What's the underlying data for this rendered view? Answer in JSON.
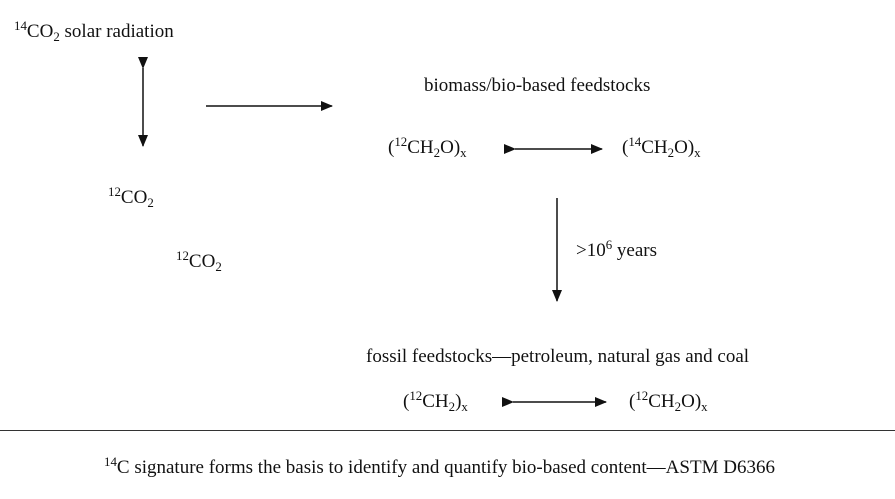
{
  "top_left": {
    "co2_mass": "14",
    "co2_base": "CO",
    "co2_sub": "2",
    "text": "solar radiation"
  },
  "biomass": {
    "title": "biomass/bio-based feedstocks"
  },
  "carbo_left": {
    "open": "(",
    "mass": "12",
    "formula": "CH",
    "sub": "2",
    "tail": "O)",
    "x": "x"
  },
  "carbo_right": {
    "open": "(",
    "mass": "14",
    "formula": "CH",
    "sub": "2",
    "tail": "O)",
    "x": "x"
  },
  "co2_a": {
    "mass": "12",
    "base": "CO",
    "sub": "2"
  },
  "co2_b": {
    "mass": "12",
    "base": "CO",
    "sub": "2"
  },
  "time_label": {
    "prefix": ">10",
    "exp": "6",
    "suffix": " years"
  },
  "fossil": {
    "title": "fossil feedstocks—petroleum, natural gas and coal"
  },
  "fossil_left": {
    "open": "(",
    "mass": "12",
    "formula": "CH",
    "sub": "2",
    "tail": ")",
    "x": "x"
  },
  "fossil_right": {
    "open": "(",
    "mass": "12",
    "formula": "CH",
    "sub": "2",
    "tail": "O)",
    "x": "x"
  },
  "caption": {
    "mass": "14",
    "text": "C signature forms the basis to identify and quantify bio-based content—ASTM D6366"
  }
}
